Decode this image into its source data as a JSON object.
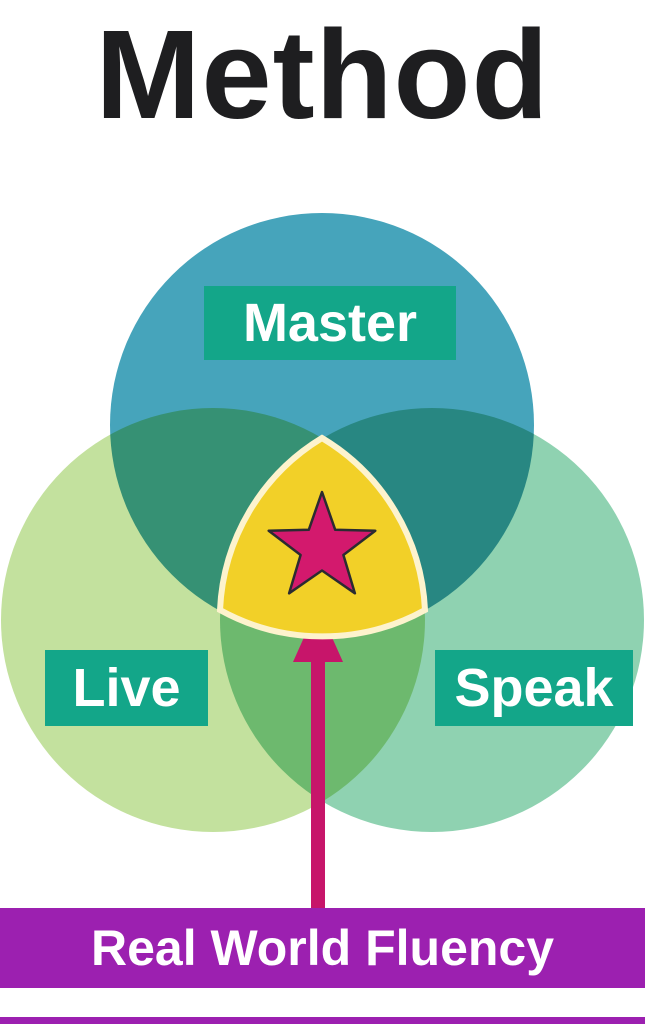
{
  "title": "Method",
  "title_color": "#1e1e20",
  "venn": {
    "circles": [
      {
        "name": "master",
        "label": "Master",
        "color": "#46a4bb"
      },
      {
        "name": "live",
        "label": "Live",
        "color": "#c3e19e"
      },
      {
        "name": "speak",
        "label": "Speak",
        "color": "#8fd2b1"
      }
    ],
    "label_style": {
      "background": "#13a689",
      "text_color": "#ffffff"
    },
    "center_highlight": {
      "shape": "rounded-triangle",
      "fill": "#f2d028",
      "outline": "#fdf3cd",
      "star_fill": "#d3196d",
      "star_outline": "#2b2b31"
    }
  },
  "arrow": {
    "color": "#c7156a",
    "points_to": "center-star"
  },
  "banner": {
    "text": "Real World Fluency",
    "background": "#9c20b0",
    "text_color": "#ffffff"
  }
}
